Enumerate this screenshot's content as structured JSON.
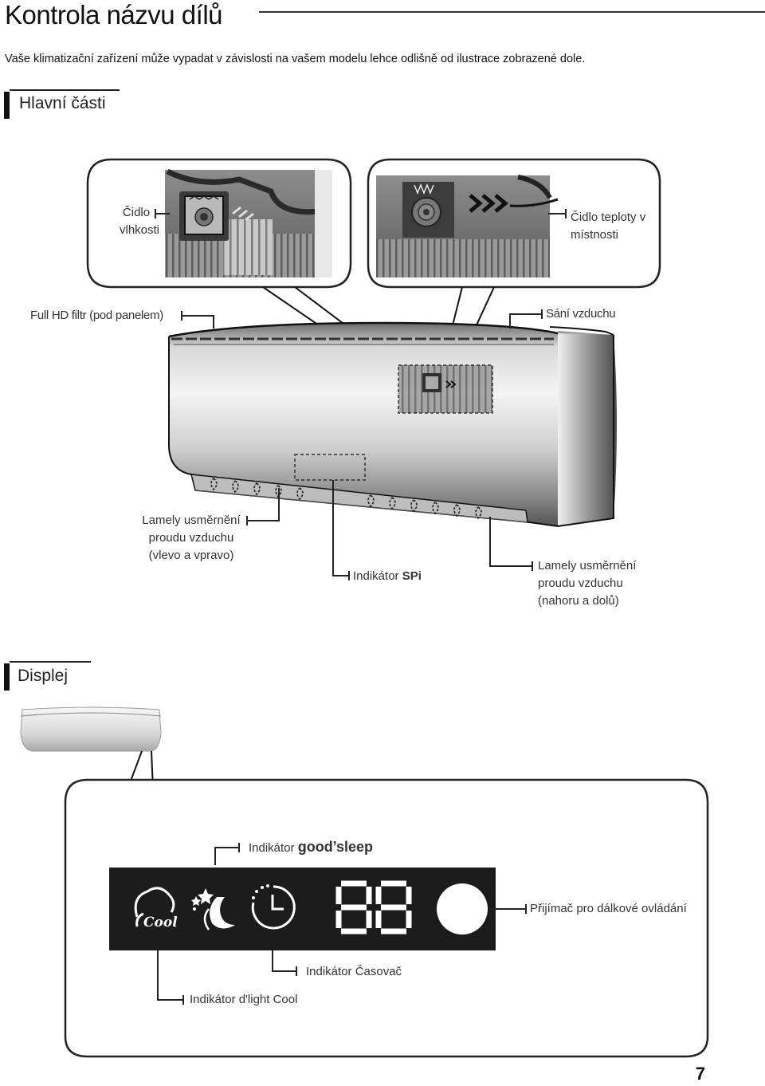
{
  "header": {
    "title": "Kontrola názvu dílů",
    "subtitle": "Vaše klimatizační zařízení může vypadat v závislosti na vašem modelu lehce odlišně od ilustrace zobrazené dole."
  },
  "main_parts": {
    "section_title": "Hlavní části",
    "labels": {
      "humidity_sensor_line1": "Čidlo",
      "humidity_sensor_line2": "vlhkosti",
      "room_temp_sensor_line1": "Čidlo teploty v",
      "room_temp_sensor_line2": "místnosti",
      "filter": "Full HD filtr (pod panelem)",
      "air_intake": "Sání vzduchu",
      "lr_blades_line1": "Lamely usměrnění",
      "lr_blades_line2": "proudu vzduchu",
      "lr_blades_line3": "(vlevo a vpravo)",
      "spi_prefix": "Indikátor ",
      "spi_name": "SPi",
      "ud_blades_line1": "Lamely usměrnění",
      "ud_blades_line2": "proudu vzduchu",
      "ud_blades_line3": "(nahoru a dolů)"
    }
  },
  "display": {
    "section_title": "Displej",
    "labels": {
      "good_sleep_prefix": "Indikátor ",
      "good_sleep_name": "good’sleep",
      "remote_receiver": "Přijímač pro dálkové ovládání",
      "timer": "Indikátor Časovač",
      "dlight_cool": "Indikátor d'light Cool"
    },
    "panel_texts": {
      "cool_text": "Cool",
      "segment_digits": "88"
    }
  },
  "footer": {
    "page_number": "7"
  }
}
